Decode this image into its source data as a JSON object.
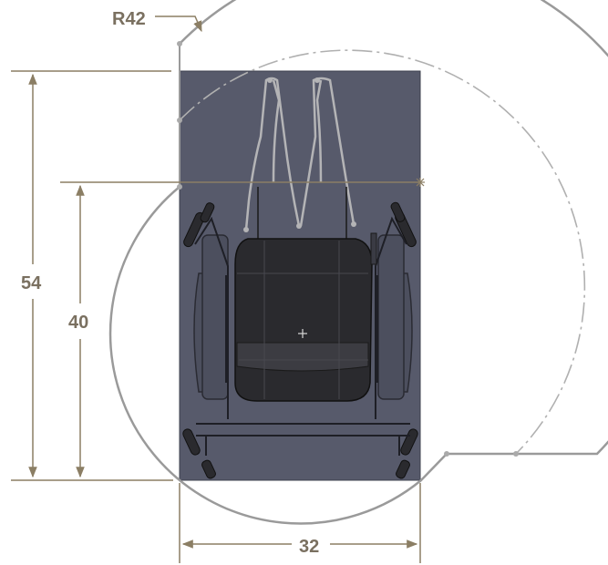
{
  "dimensions": {
    "radius": "R42",
    "overall_height": "54",
    "seat_height": "40",
    "width": "32"
  },
  "colors": {
    "background": "#ffffff",
    "wheelchair_panel": "#575a6b",
    "dimension_line": "#8b7e64",
    "dimension_text": "#7a7060",
    "sketch_curve": "#9a9a9a",
    "seat": "#2a2a2e"
  },
  "icons": {
    "center_mark": "plus-icon",
    "corner_mark": "asterisk-icon"
  }
}
